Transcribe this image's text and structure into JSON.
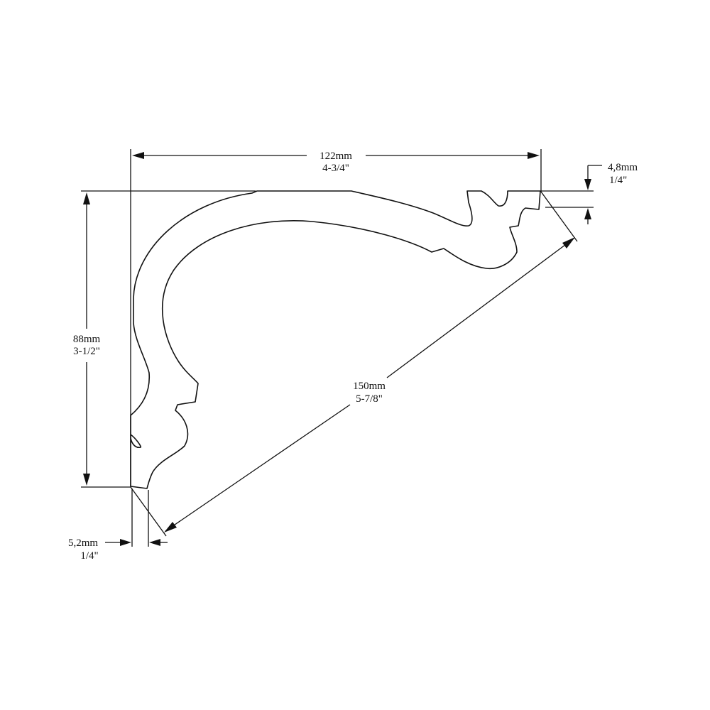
{
  "dimensions": {
    "top_width": {
      "mm": "122mm",
      "inch": "4-3/4\""
    },
    "right_offset": {
      "mm": "4,8mm",
      "inch": "1/4\""
    },
    "left_height": {
      "mm": "88mm",
      "inch": "3-1/2\""
    },
    "diagonal": {
      "mm": "150mm",
      "inch": "5-7/8\""
    },
    "bottom_offset": {
      "mm": "5,2mm",
      "inch": "1/4\""
    }
  }
}
